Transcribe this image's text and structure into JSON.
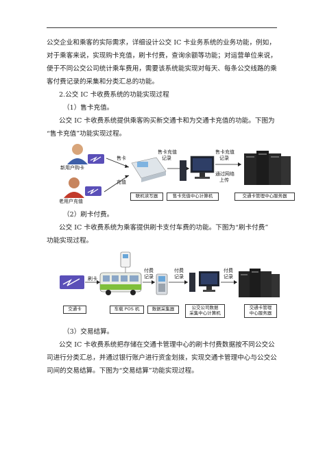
{
  "para1": [
    "公交企业和乘客的实际需求，详细设计公交 IC 卡业务系统的业务功能，例如，",
    "对于乘客来说，实现购卡充值，刷卡付费，查询余额等功能；对运营单位来说，",
    "便于不同公交公司统计乘车费用，需要该系统能实现对每天、每条公交线路的乘",
    "客付费记录的采集和分类汇总的功能。"
  ],
  "section2_heading": "2.公交 IC 卡收费系统的功能实现过程",
  "sub1_heading": "（1）售卡充值。",
  "sub1_para": [
    "公交 IC 卡收费系统提供乘客购买新交通卡和为交通卡充值的功能。下图为",
    "“售卡充值”功能实现过程。"
  ],
  "diagram1": {
    "new_user_label": "新用户购卡",
    "old_user_label": "老用户充值",
    "sell_card": "售卡",
    "recharge": "充值",
    "sell_record_line1": "售卡充值",
    "sell_record_line2": "记录",
    "sell_record2_line1": "售卡充值",
    "sell_record2_line2": "记录",
    "network_line1": "通过网络",
    "network_line2": "上传",
    "reader_box": "联机读写器",
    "pc_box": "售卡充值中心计算机",
    "server_box": "交通卡管理中心服务器"
  },
  "sub2_heading": "（2）刷卡付费。",
  "sub2_para": [
    "公交 IC 卡收费系统为乘客提供刷卡支付车费的功能。下图为“刷卡付费”",
    "功能实现过程。"
  ],
  "diagram2": {
    "swipe": "刷卡",
    "pay_record1_line1": "付费",
    "pay_record1_line2": "记录",
    "pay_record2_line1": "付费",
    "pay_record2_line2": "记录",
    "pay_record3_line1": "付费",
    "pay_record3_line2": "记录",
    "card_box": "交通卡",
    "pos_box": "车载 POS 机",
    "collector_box": "数据采集器",
    "company_box_line1": "公交公司数据",
    "company_box_line2": "采集中心计算机",
    "server_box_line1": "交通卡管理",
    "server_box_line2": "中心服务器"
  },
  "sub3_heading": "（3）交易结算。",
  "sub3_para": [
    "公交 IC 卡收费系统把存储在交通卡管理中心的刷卡付费数据按不同公交公",
    "司进行分类汇总，并通过银行账户进行资金划拨，实现交通卡管理中心与公交公",
    "司间的交易结算。下图为“交易结算”功能实现过程。"
  ]
}
